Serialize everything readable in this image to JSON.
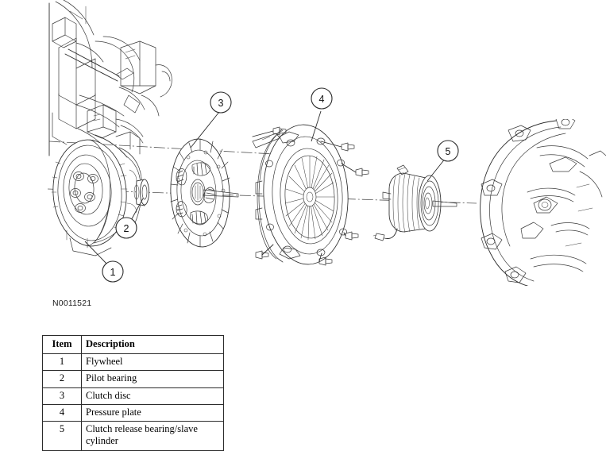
{
  "figure": {
    "id_label": "N0011521",
    "title": "Clutch assembly exploded view",
    "alt": "Exploded line drawing of a manual transmission clutch assembly showing flywheel, pilot bearing, clutch disc, pressure plate and clutch release bearing/slave cylinder between the engine block and the transmission bellhousing",
    "callouts": [
      {
        "number": "1",
        "target": "flywheel"
      },
      {
        "number": "2",
        "target": "pilot-bearing"
      },
      {
        "number": "3",
        "target": "clutch-disc"
      },
      {
        "number": "4",
        "target": "pressure-plate"
      },
      {
        "number": "5",
        "target": "clutch-release-bearing-slave-cylinder"
      }
    ]
  },
  "parts_table": {
    "headers": {
      "item": "Item",
      "description": "Description"
    },
    "rows": [
      {
        "item": "1",
        "description": "Flywheel"
      },
      {
        "item": "2",
        "description": "Pilot bearing"
      },
      {
        "item": "3",
        "description": "Clutch disc"
      },
      {
        "item": "4",
        "description": "Pressure plate"
      },
      {
        "item": "5",
        "description": "Clutch release bearing/slave cylinder"
      }
    ]
  },
  "colors": {
    "line": "#2b2b2b",
    "background": "#ffffff",
    "text": "#000000"
  }
}
